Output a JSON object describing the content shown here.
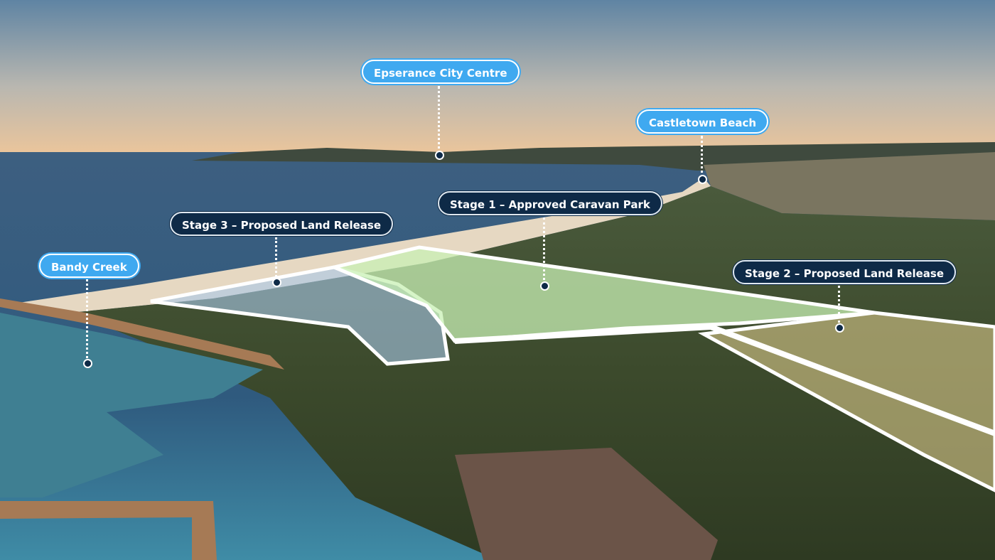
{
  "labels": {
    "city_centre": "Epserance City Centre",
    "castletown": "Castletown Beach",
    "stage1": "Stage 1 – Approved Caravan Park",
    "stage3": "Stage 3 – Proposed Land Release",
    "bandy_creek": "Bandy Creek",
    "stage2": "Stage 2 – Proposed Land Release"
  },
  "colors": {
    "place_label": "#3fa9f0",
    "stage_label": "#0e2a47",
    "stage1_fill": "#c8f0b4",
    "stage2_fill": "#d8c88a",
    "stage3_fill": "#a8c8e8"
  }
}
